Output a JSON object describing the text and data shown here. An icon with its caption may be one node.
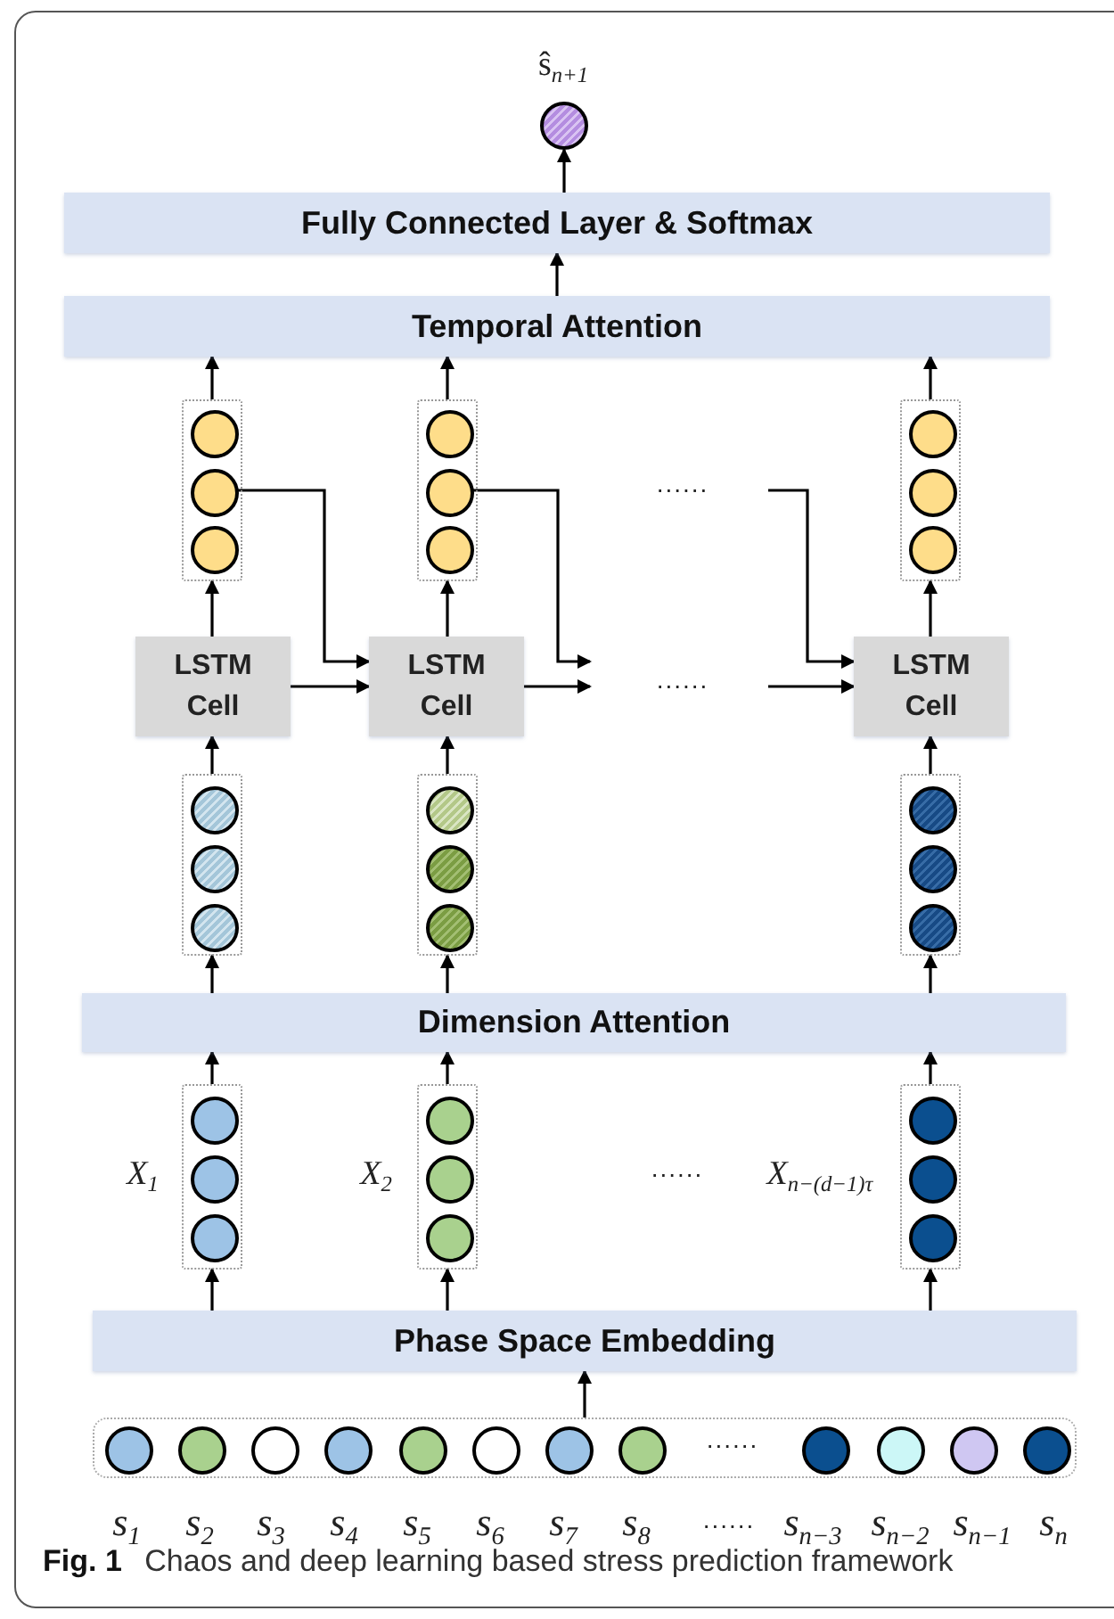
{
  "diagram": {
    "caption": "**Fig. 1** Chaos and deep learning based stress prediction framework",
    "nodes": [
      {
        "text": [],
        "shape": "circle",
        "beside": [
          "ŝ$_{n+1}$"
        ]
      },
      {
        "text": [
          "Fully Connected Layer & Softmax"
        ]
      },
      {
        "text": [
          "Temporal Attention"
        ]
      },
      {
        "text": [],
        "shape": "box"
      },
      {
        "text": [],
        "shape": "circle",
        "in": 3
      },
      {
        "text": [],
        "shape": "circle",
        "in": 3
      },
      {
        "text": [],
        "shape": "circle",
        "in": 3
      },
      {
        "text": [],
        "shape": "box"
      },
      {
        "text": [],
        "shape": "circle",
        "in": 7
      },
      {
        "text": [],
        "shape": "circle",
        "in": 7
      },
      {
        "text": [],
        "shape": "circle",
        "in": 7
      },
      {
        "text": [],
        "shape": "box"
      },
      {
        "text": [],
        "shape": "circle",
        "in": 11
      },
      {
        "text": [],
        "shape": "circle",
        "in": 11
      },
      {
        "text": [],
        "shape": "circle",
        "in": 11
      },
      {
        "text": [
          "LSTM Cell"
        ]
      },
      {
        "text": [
          "LSTM Cell"
        ]
      },
      {
        "text": [
          "LSTM Cell"
        ]
      },
      {
        "text": [],
        "shape": "box"
      },
      {
        "text": [],
        "shape": "circle",
        "in": 18
      },
      {
        "text": [],
        "shape": "circle",
        "in": 18
      },
      {
        "text": [],
        "shape": "circle",
        "in": 18
      },
      {
        "text": [],
        "shape": "box"
      },
      {
        "text": [],
        "shape": "circle",
        "in": 22
      },
      {
        "text": [],
        "shape": "circle",
        "in": 22
      },
      {
        "text": [],
        "shape": "circle",
        "in": 22
      },
      {
        "text": [],
        "shape": "box"
      },
      {
        "text": [],
        "shape": "circle",
        "in": 26
      },
      {
        "text": [],
        "shape": "circle",
        "in": 26
      },
      {
        "text": [],
        "shape": "circle",
        "in": 26
      },
      {
        "text": [
          "Dimension Attention"
        ]
      },
      {
        "text": [],
        "shape": "box",
        "beside": [
          "*X*$_{1}$"
        ]
      },
      {
        "text": [],
        "shape": "circle",
        "in": 31
      },
      {
        "text": [],
        "shape": "circle",
        "in": 31
      },
      {
        "text": [],
        "shape": "circle",
        "in": 31
      },
      {
        "text": [],
        "shape": "box",
        "beside": [
          "*X*$_{2}$"
        ]
      },
      {
        "text": [],
        "shape": "circle",
        "in": 35
      },
      {
        "text": [],
        "shape": "circle",
        "in": 35
      },
      {
        "text": [],
        "shape": "circle",
        "in": 35
      },
      {
        "text": [],
        "shape": "box",
        "beside": [
          "*X*$_{n−(d−1)τ}$"
        ]
      },
      {
        "text": [],
        "shape": "circle",
        "in": 39
      },
      {
        "text": [],
        "shape": "circle",
        "in": 39
      },
      {
        "text": [],
        "shape": "circle",
        "in": 39
      },
      {
        "text": [
          "Phase Space Embedding"
        ]
      },
      {
        "text": [],
        "shape": "box"
      },
      {
        "text": [],
        "shape": "circle",
        "in": 44
      },
      {
        "text": [],
        "shape": "circle",
        "in": 44
      },
      {
        "text": [],
        "shape": "circle",
        "in": 44
      },
      {
        "text": [],
        "shape": "circle",
        "in": 44
      },
      {
        "text": [],
        "shape": "circle",
        "in": 44
      },
      {
        "text": [],
        "shape": "circle",
        "in": 44
      },
      {
        "text": [],
        "shape": "circle",
        "in": 44
      },
      {
        "text": [],
        "shape": "circle",
        "in": 44
      },
      {
        "text": [],
        "shape": "circle",
        "in": 44
      },
      {
        "text": [],
        "shape": "circle",
        "in": 44
      },
      {
        "text": [],
        "shape": "circle",
        "in": 44
      },
      {
        "text": [],
        "shape": "circle",
        "in": 44
      }
    ],
    "edges": [
      {
        "from": 1,
        "to": 0,
        "arrow": "to"
      },
      {
        "from": 2,
        "to": 1,
        "arrow": "to"
      },
      {
        "from": 3,
        "to": 2,
        "arrow": "to"
      },
      {
        "from": 7,
        "to": 2,
        "arrow": "to"
      },
      {
        "from": 11,
        "to": 2,
        "arrow": "to"
      },
      {
        "from": 15,
        "to": 3,
        "arrow": "to"
      },
      {
        "from": 16,
        "to": 7,
        "arrow": "to"
      },
      {
        "from": 17,
        "to": 11,
        "arrow": "to"
      },
      {
        "from": 15,
        "to": 16,
        "arrow": "to"
      },
      {
        "from": 16,
        "to": null,
        "arrow": "to"
      },
      {
        "from": null,
        "to": 17,
        "arrow": "to"
      },
      {
        "from": 5,
        "to": 16,
        "arrow": "to"
      },
      {
        "from": 9,
        "to": null,
        "arrow": "to"
      },
      {
        "from": null,
        "to": 17,
        "arrow": "to"
      },
      {
        "from": 18,
        "to": 15,
        "arrow": "to"
      },
      {
        "from": 22,
        "to": 16,
        "arrow": "to"
      },
      {
        "from": 26,
        "to": 17,
        "arrow": "to"
      },
      {
        "from": 30,
        "to": 18,
        "arrow": "to"
      },
      {
        "from": 30,
        "to": 22,
        "arrow": "to"
      },
      {
        "from": 30,
        "to": 26,
        "arrow": "to"
      },
      {
        "from": 31,
        "to": 30,
        "arrow": "to"
      },
      {
        "from": 35,
        "to": 30,
        "arrow": "to"
      },
      {
        "from": 39,
        "to": 30,
        "arrow": "to"
      },
      {
        "from": 43,
        "to": 31,
        "arrow": "to"
      },
      {
        "from": 43,
        "to": 35,
        "arrow": "to"
      },
      {
        "from": 43,
        "to": 39,
        "arrow": "to"
      },
      {
        "from": 44,
        "to": 43,
        "arrow": "to"
      }
    ],
    "labels": [
      "......",
      "......",
      "......",
      "......",
      "*s*$_{1}$",
      "*s*$_{2}$",
      "*s*$_{3}$",
      "*s*$_{4}$",
      "*s*$_{5}$",
      "*s*$_{6}$",
      "*s*$_{7}$",
      "*s*$_{8}$",
      "......",
      "*s*$_{n−3}$",
      "*s*$_{n−2}$",
      "*s*$_{n−1}$",
      "*s*$_{n}$"
    ]
  }
}
